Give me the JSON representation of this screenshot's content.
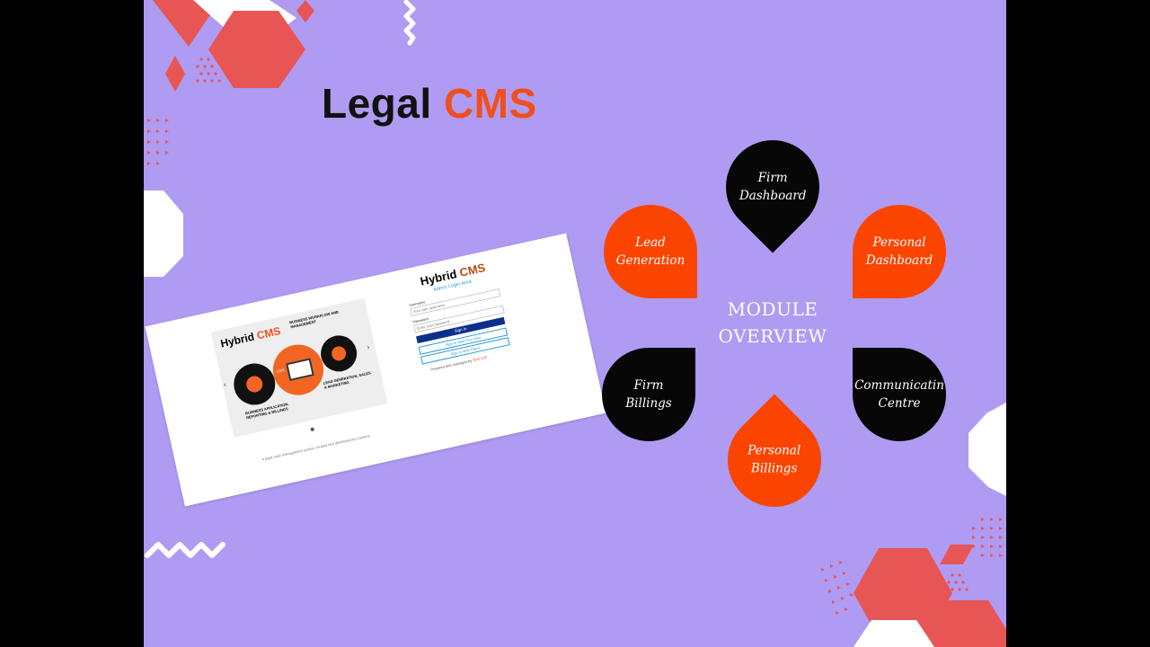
{
  "title": {
    "word1": "Legal",
    "word2": "CMS"
  },
  "screenshot": {
    "brand1": "Hybrid",
    "brand2": "CMS",
    "subtitle": "Admin Login Area",
    "username_label": "Username",
    "username_placeholder": "Your user username",
    "password_label": "Password",
    "password_placeholder": "Enter your password",
    "signin_label": "Sign In",
    "first_user_label": "Sign In With First User",
    "client_label": "Sign In With Client",
    "powered_text": "Powered and managed by",
    "powered_brand": "Tech ICE",
    "footer_text": "A legal case management system created and developed by Lawyers",
    "carousel": {
      "brand1": "Hybrid",
      "brand2": "CMS",
      "label_top": "BUSINESS WORKFLOW AND MANAGEMENT",
      "label_left": "BUSINESS APPLICATION, REPORTING & BILLINGS",
      "label_right": "LEAD GENERATION, SALES & MARKETING",
      "badge_text": "CMS"
    }
  },
  "modules": {
    "center_line1": "MODULE",
    "center_line2": "OVERVIEW",
    "items": [
      {
        "line1": "Firm",
        "line2": "Dashboard"
      },
      {
        "line1": "Lead",
        "line2": "Generation"
      },
      {
        "line1": "Personal",
        "line2": "Dashboard"
      },
      {
        "line1": "Firm",
        "line2": "Billings"
      },
      {
        "line1": "Communicatin",
        "line2": "Centre"
      },
      {
        "line1": "Personal",
        "line2": "Billings"
      }
    ]
  },
  "colors": {
    "background": "#af9bf2",
    "accent_orange": "#fb4400",
    "decor_red": "#e85555",
    "black": "#070707"
  }
}
